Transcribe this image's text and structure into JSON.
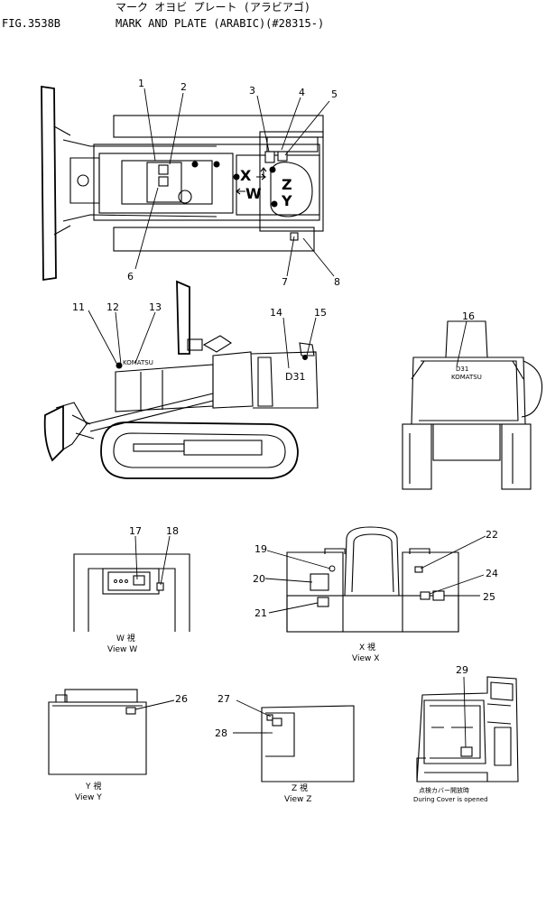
{
  "header": {
    "fig": "FIG.3538B",
    "title_jp": "マーク オヨビ プレート (アラビアゴ)",
    "title": "MARK AND PLATE (ARABIC)(#28315-)"
  },
  "top_view": {
    "view_letters": [
      "X",
      "W",
      "Z",
      "Y"
    ]
  },
  "side_view": {
    "brand": "KOMATSU",
    "model": "D31"
  },
  "rear_view": {
    "model": "D31",
    "brand": "KOMATSU"
  },
  "views": {
    "w": {
      "jp": "W 視",
      "en": "View  W"
    },
    "x": {
      "jp": "X 視",
      "en": "View  X"
    },
    "y": {
      "jp": "Y 視",
      "en": "View  Y"
    },
    "z": {
      "jp": "Z 視",
      "en": "View  Z"
    },
    "cover": {
      "jp": "点検カバー開放時",
      "en": "During Cover is opened"
    }
  },
  "callouts": [
    "1",
    "2",
    "3",
    "4",
    "5",
    "6",
    "7",
    "8",
    "11",
    "12",
    "13",
    "14",
    "15",
    "16",
    "17",
    "18",
    "19",
    "20",
    "21",
    "22",
    "24",
    "25",
    "26",
    "27",
    "28",
    "29"
  ]
}
